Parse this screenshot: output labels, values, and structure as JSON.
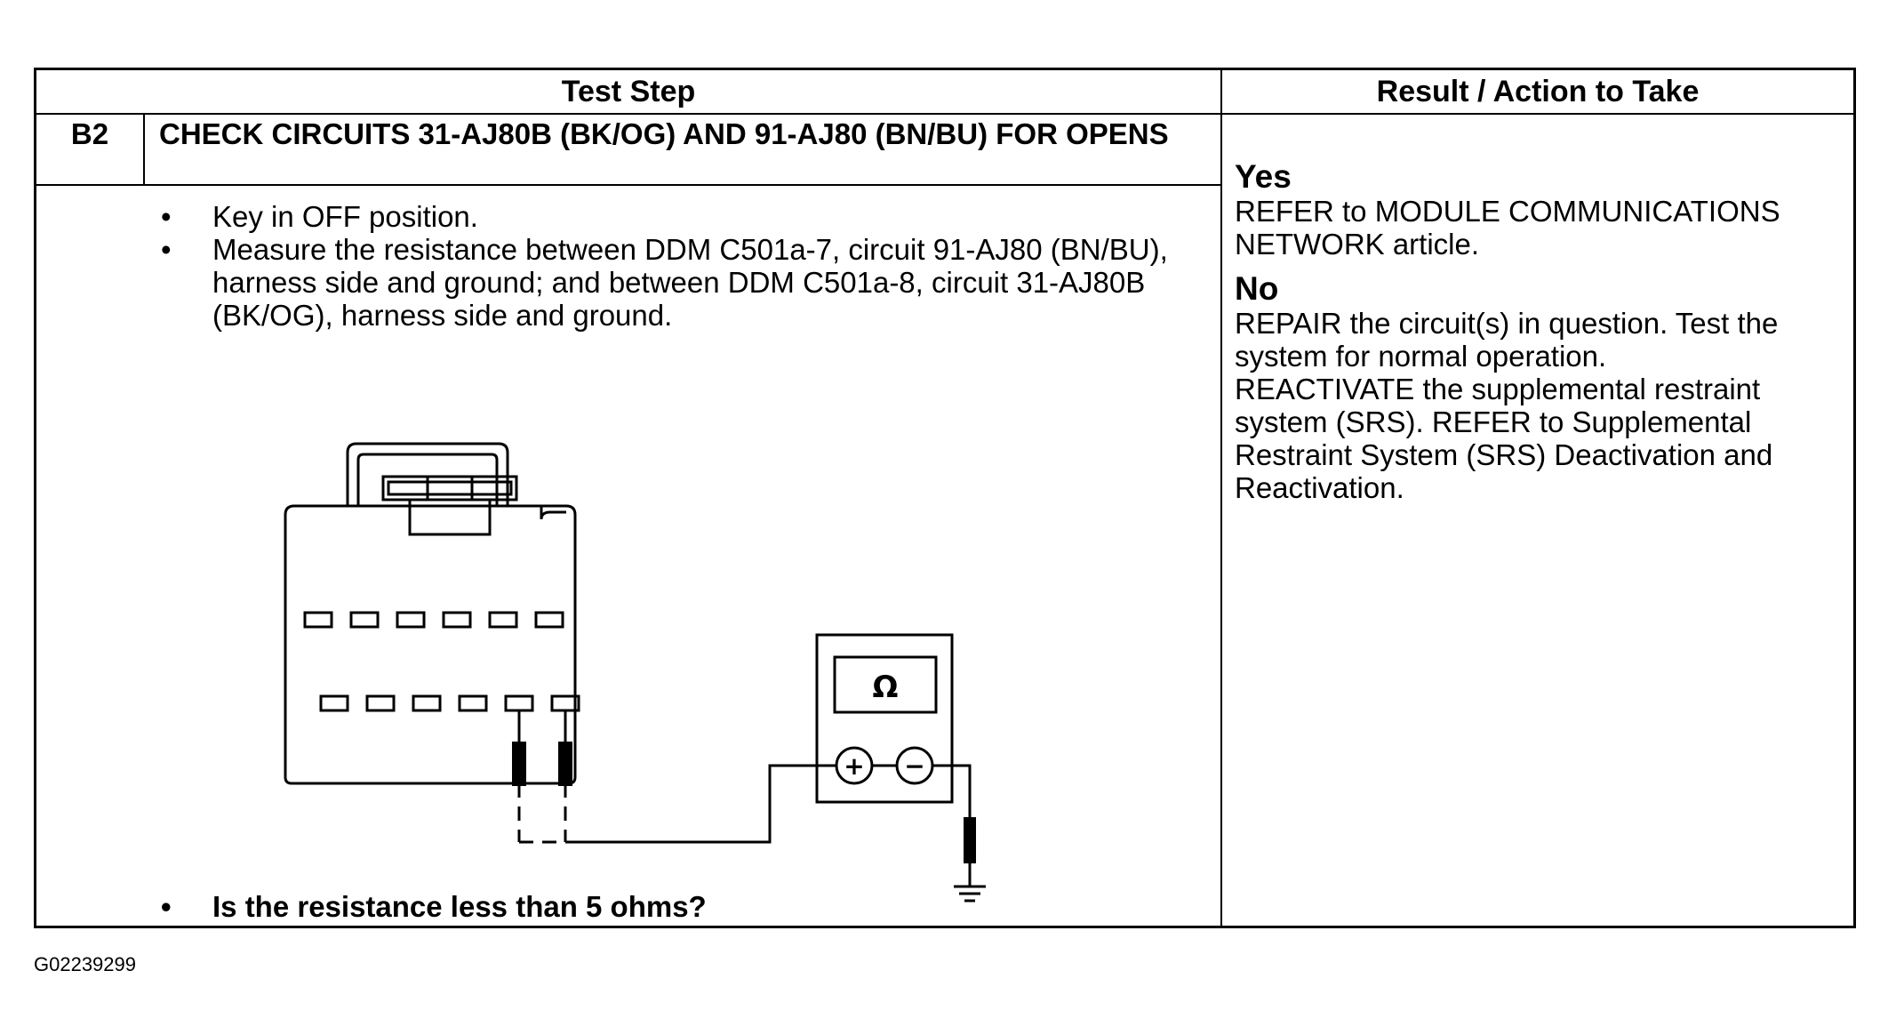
{
  "table": {
    "header_left": "Test Step",
    "header_right": "Result / Action to Take",
    "step_id": "B2",
    "step_title": "CHECK CIRCUITS 31-AJ80B (BK/OG) AND 91-AJ80 (BN/BU) FOR OPENS",
    "bullets": [
      "Key in OFF position.",
      "Measure the resistance between DDM C501a-7, circuit 91-AJ80 (BN/BU), harness side and ground; and between DDM C501a-8, circuit 31-AJ80B (BK/OG), harness side and ground."
    ],
    "question": "Is the resistance less than 5 ohms?",
    "results": {
      "yes_label": "Yes",
      "yes_text": "REFER to MODULE COMMUNICATIONS NETWORK article.",
      "no_label": "No",
      "no_text_1": "REPAIR the circuit(s) in question. Test the system for normal operation.",
      "no_text_2": "REACTIVATE the supplemental restraint system (SRS). REFER to Supplemental Restraint System (SRS) Deactivation and Reactivation."
    }
  },
  "diagram": {
    "meter_symbol": "Ω",
    "plus_symbol": "+",
    "minus_symbol": "−"
  },
  "figure_id": "G02239299"
}
